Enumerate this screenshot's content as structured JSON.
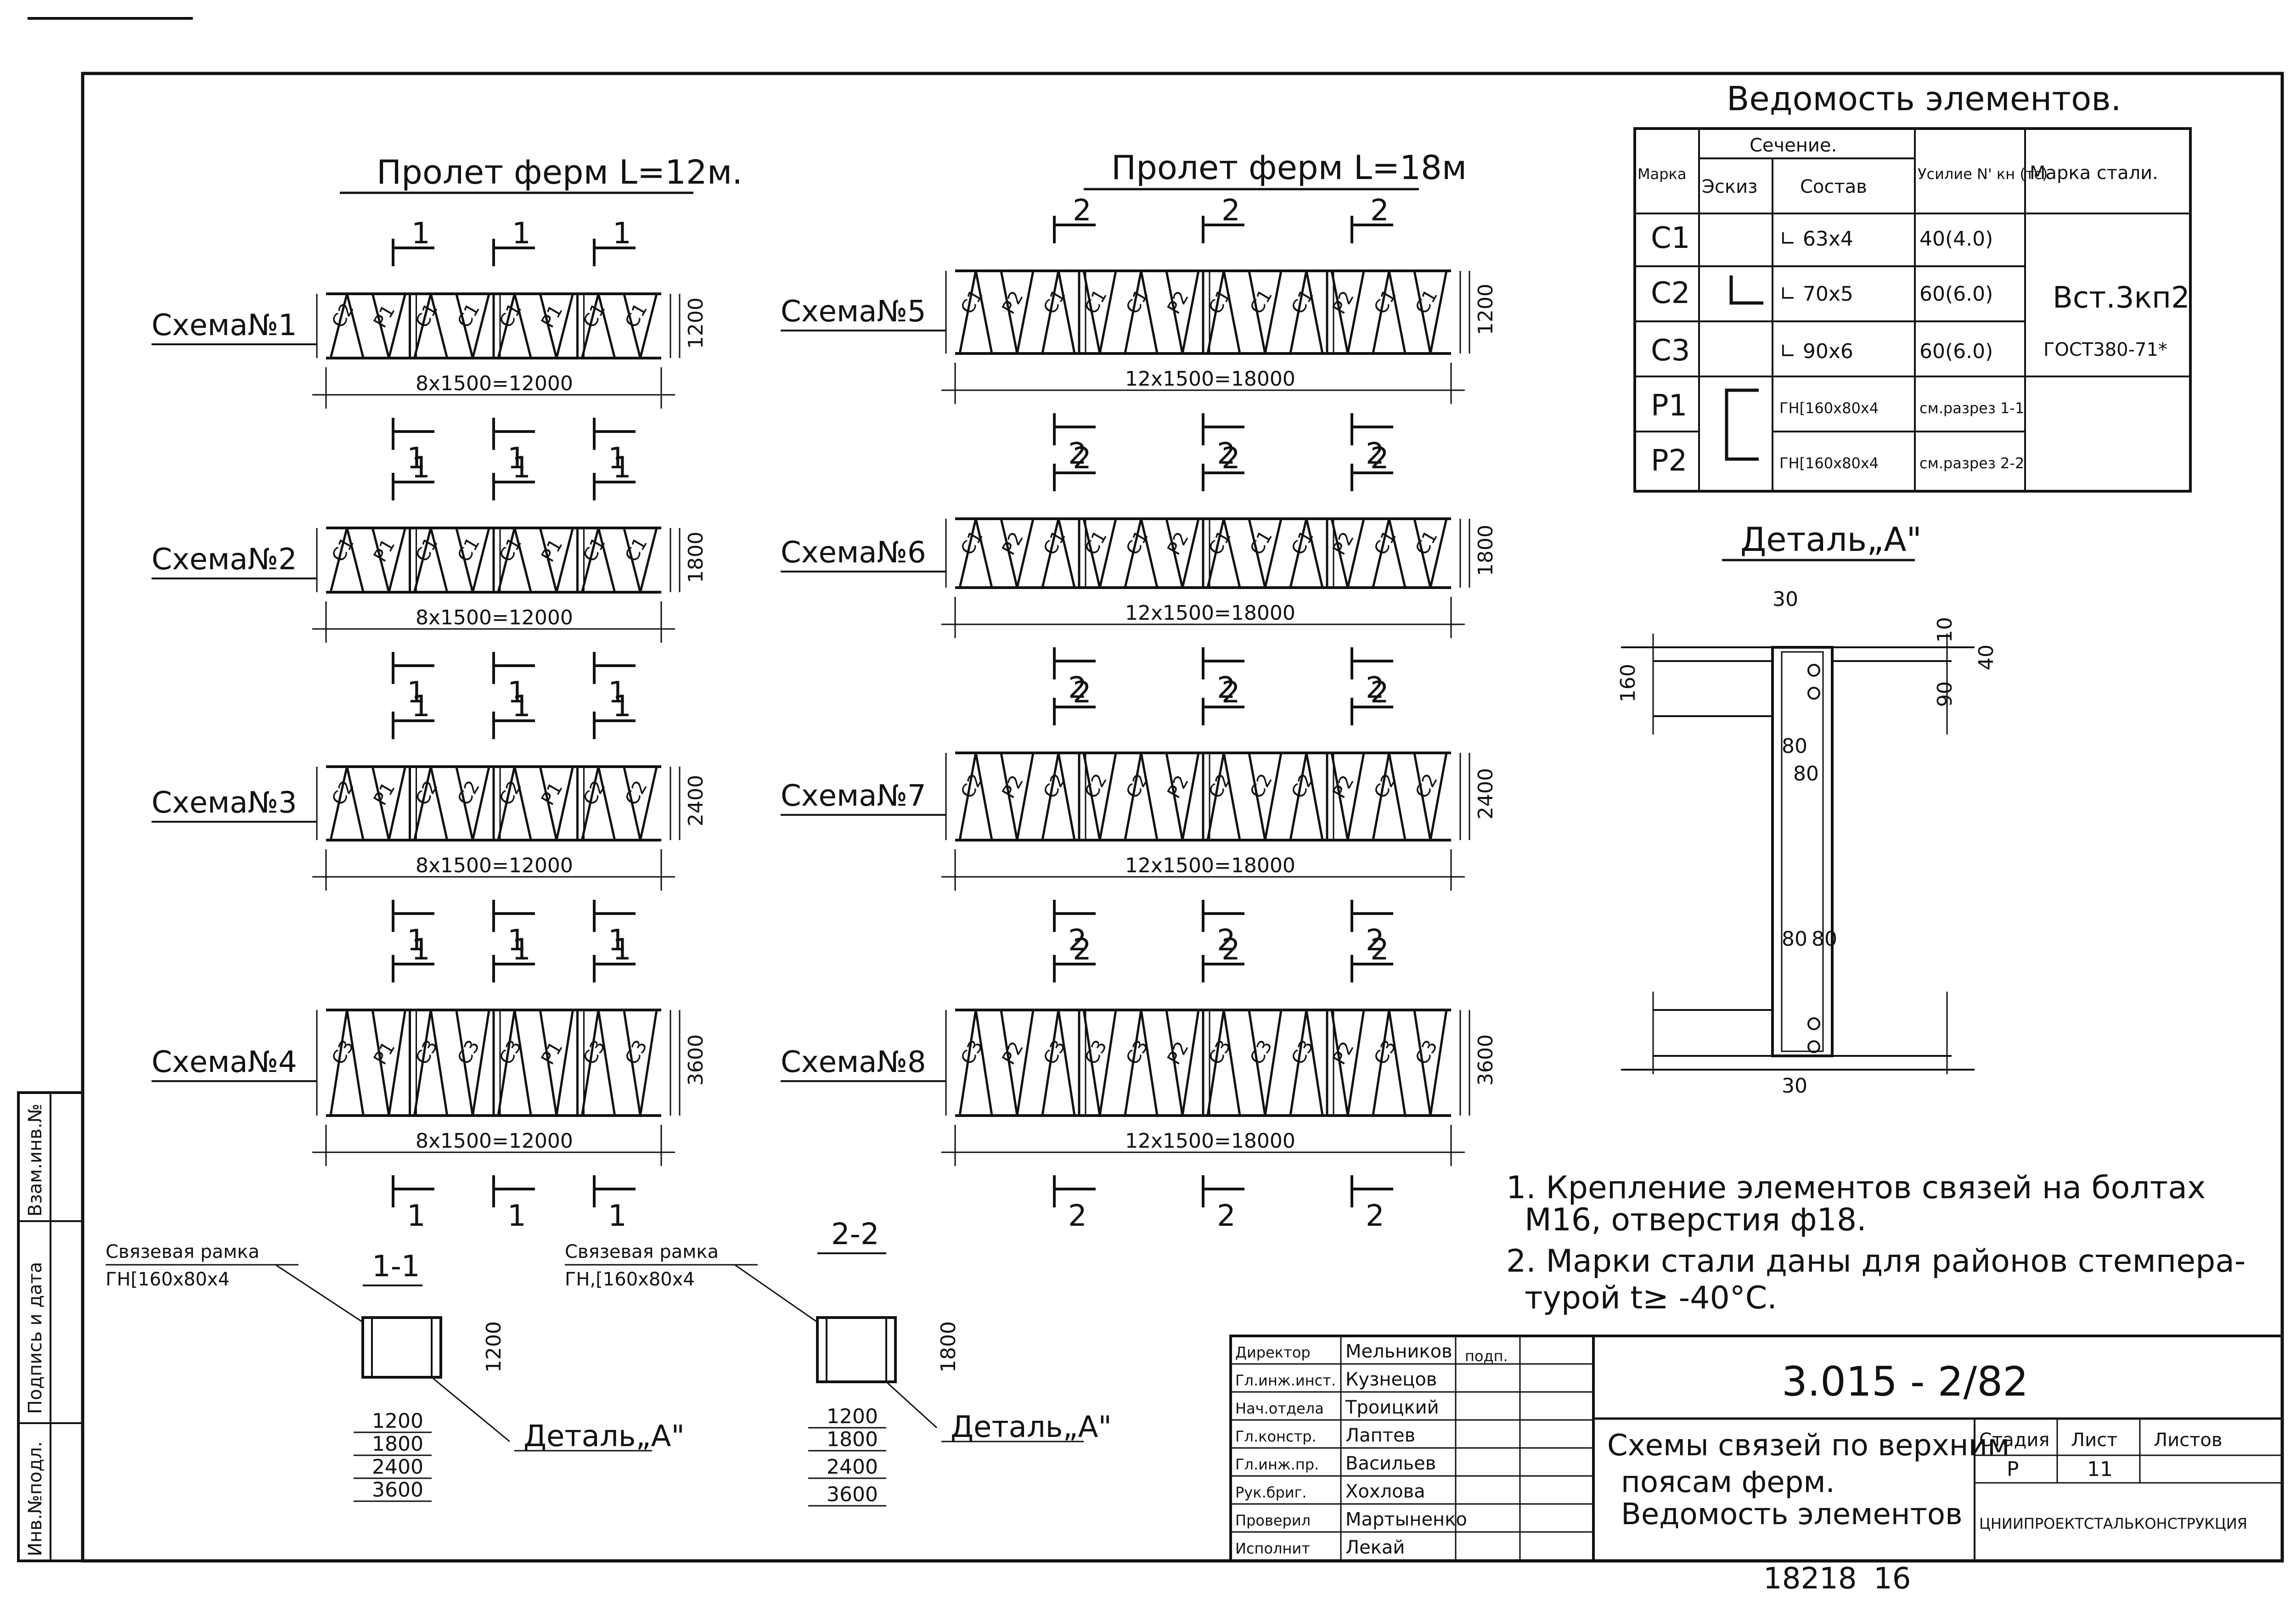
{
  "titles": {
    "span12": "Пролет ферм L=12м.",
    "span18": "Пролет ферм L=18м",
    "schedule": "Ведомость элементов.",
    "detail": "Деталь„A\""
  },
  "schemes12": [
    {
      "name": "Схема№1",
      "height": "1200",
      "dim": "8x1500=12000",
      "members": [
        "C2",
        "P1",
        "C1",
        "C1",
        "C1",
        "P1",
        "C1",
        "C1",
        "C1",
        "P1",
        "C1",
        "C2"
      ]
    },
    {
      "name": "Схема№2",
      "height": "1800",
      "dim": "8x1500=12000",
      "members": [
        "C1",
        "P1",
        "C1",
        "C1",
        "C1",
        "P1",
        "C1",
        "C1",
        "C1",
        "P1",
        "C1",
        "C1"
      ]
    },
    {
      "name": "Схема№3",
      "height": "2400",
      "dim": "8x1500=12000",
      "members": [
        "C2",
        "P1",
        "C2",
        "C2",
        "C2",
        "P1",
        "C2",
        "C2",
        "C2",
        "P1",
        "C2",
        "C2"
      ]
    },
    {
      "name": "Схема№4",
      "height": "3600",
      "dim": "8x1500=12000",
      "members": [
        "C3",
        "P1",
        "C3",
        "C3",
        "C3",
        "P1",
        "C3",
        "C3",
        "C3",
        "P1",
        "C3",
        "C3"
      ]
    }
  ],
  "schemes18": [
    {
      "name": "Схема№5",
      "height": "1200",
      "dim": "12x1500=18000",
      "members": [
        "C1",
        "P2",
        "C1",
        "C1",
        "C1",
        "P2",
        "C1",
        "C1",
        "C1",
        "P2",
        "C1",
        "C1"
      ]
    },
    {
      "name": "Схема№6",
      "height": "1800",
      "dim": "12x1500=18000",
      "members": [
        "C1",
        "P2",
        "C1",
        "C1",
        "C1",
        "P2",
        "C1",
        "C1",
        "C1",
        "P2",
        "C1",
        "C1"
      ]
    },
    {
      "name": "Схема№7",
      "height": "2400",
      "dim": "12x1500=18000",
      "members": [
        "C2",
        "P2",
        "C2",
        "C2",
        "C2",
        "P2",
        "C2",
        "C2",
        "C2",
        "P2",
        "C2",
        "C2"
      ]
    },
    {
      "name": "Схема№8",
      "height": "3600",
      "dim": "12x1500=18000",
      "members": [
        "C3",
        "P2",
        "C3",
        "C3",
        "C3",
        "P2",
        "C3",
        "C3",
        "C3",
        "P2",
        "C3",
        "C3"
      ]
    }
  ],
  "cuts": {
    "one": "1",
    "two": "2"
  },
  "schedule": {
    "headers": {
      "mark": "Марка",
      "section": "Сечение.",
      "sketch": "Эскиз",
      "composition": "Состав",
      "force": "Усилие N' кн (тс)",
      "steel": "Марка стали."
    },
    "rows": [
      {
        "mark": "C1",
        "comp": "∟ 63x4",
        "force": "40(4.0)"
      },
      {
        "mark": "C2",
        "comp": "∟ 70x5",
        "force": "60(6.0)"
      },
      {
        "mark": "C3",
        "comp": "∟ 90x6",
        "force": "60(6.0)"
      },
      {
        "mark": "P1",
        "comp": "ГН[160x80x4",
        "force": "см.разрез 1-1"
      },
      {
        "mark": "P2",
        "comp": "ГН[160x80x4",
        "force": "см.разрез 2-2"
      }
    ],
    "steel_grade": "Вст.3кп2",
    "steel_std": "ГОСТ380-71*"
  },
  "detail_dims": {
    "d30a": "30",
    "d10": "10",
    "d40": "40",
    "d90": "90",
    "d160": "160",
    "d80a": "80",
    "d80b": "80",
    "d80c": "80",
    "d80d": "80",
    "d30b": "30"
  },
  "sections": {
    "s11": {
      "title": "1-1",
      "frame": "Связевая рамка",
      "profile": "ГН[160x80x4",
      "h": "1200",
      "dims": [
        "1200",
        "1800",
        "2400",
        "3600"
      ],
      "detail": "Деталь„A\""
    },
    "s22": {
      "title": "2-2",
      "frame": "Связевая рамка",
      "profile": "ГН,[160x80x4",
      "h": "1800",
      "dims": [
        "1200",
        "1800",
        "2400",
        "3600"
      ],
      "detail": "Деталь„A\""
    }
  },
  "notes": [
    "1. Крепление элементов связей на болтах",
    "М16, отверстия  ф18.",
    "2. Марки стали даны для районов стемпера-",
    "турой  t≥ -40°С."
  ],
  "stamp": {
    "roles": [
      "Директор",
      "Гл.инж.инст.",
      "Нач.отдела",
      "Гл.констр.",
      "Гл.инж.пр.",
      "Рук.бриг.",
      "Проверил",
      "Исполнит"
    ],
    "names": [
      "Мельников",
      "Кузнецов",
      "Троицкий",
      "Лаптев",
      "Васильев",
      "Хохлова",
      "Мартыненко",
      "Лекай"
    ],
    "sign_head": "подп.",
    "doc_code": "3.015 - 2/82",
    "title_lines": [
      "Схемы связей по верхним",
      "поясам ферм.",
      "Ведомость элементов"
    ],
    "stage_label": "Стадия",
    "sheet_label": "Лист",
    "sheets_label": "Листов",
    "stage": "Р",
    "sheet": "11",
    "org": "ЦНИИПРОЕКТСТАЛЬКОНСТРУКЦИЯ",
    "bottom_code": "18218",
    "bottom_num": "16"
  },
  "side_strip": [
    "Инв.№подл.",
    "Подпись и дата",
    "Взам.инв.№"
  ]
}
